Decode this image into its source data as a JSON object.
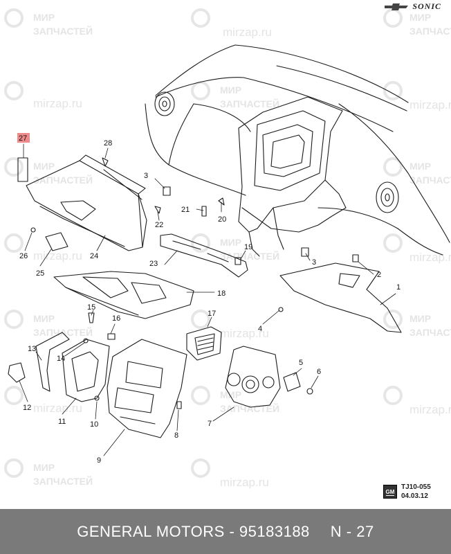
{
  "header": {
    "model_name": "SONIC"
  },
  "watermarks": {
    "line1": "МИР",
    "line2": "ЗАПЧАСТЕЙ",
    "url": "mirzap.ru"
  },
  "callouts": [
    "1",
    "2",
    "3",
    "3",
    "4",
    "5",
    "6",
    "7",
    "8",
    "9",
    "10",
    "11",
    "12",
    "13",
    "14",
    "15",
    "16",
    "17",
    "18",
    "19",
    "20",
    "21",
    "22",
    "23",
    "24",
    "25",
    "26",
    "27",
    "28"
  ],
  "highlighted_callout": "27",
  "colors": {
    "highlight": "#ef8a8a",
    "footer_bg": "#7a7a7a",
    "footer_text": "#ffffff"
  },
  "reference": {
    "logo": "GM",
    "code": "TJ10-055",
    "date": "04.03.12"
  },
  "footer": {
    "manufacturer": "GENERAL MOTORS - 95183188",
    "page": "N - 27"
  }
}
